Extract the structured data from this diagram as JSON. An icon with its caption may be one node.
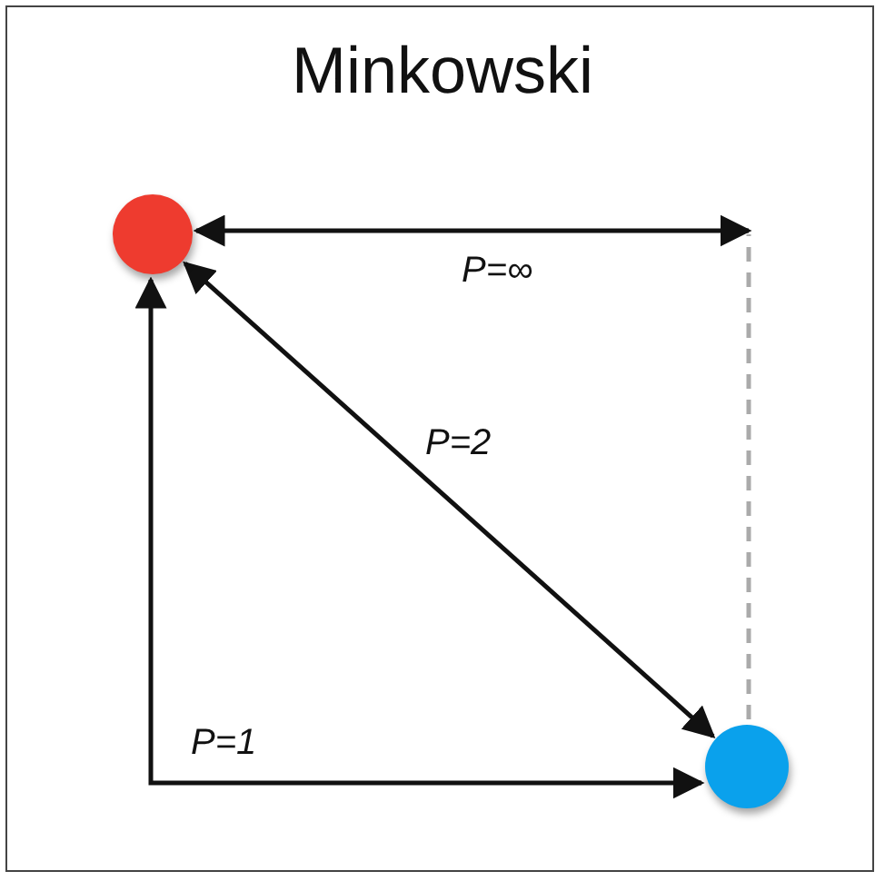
{
  "diagram": {
    "title": "Minkowski",
    "nodes": [
      {
        "text": [],
        "shape": "circle"
      },
      {
        "text": [],
        "shape": "circle"
      }
    ],
    "edges": [
      {
        "from": 1,
        "to": 0,
        "arrow": "to",
        "label": "P=∞"
      },
      {
        "from": 0,
        "to": 1,
        "arrow": "both",
        "label": "P=2"
      },
      {
        "from": 0,
        "to": 1,
        "arrow": "both",
        "label": "P=1"
      }
    ]
  }
}
